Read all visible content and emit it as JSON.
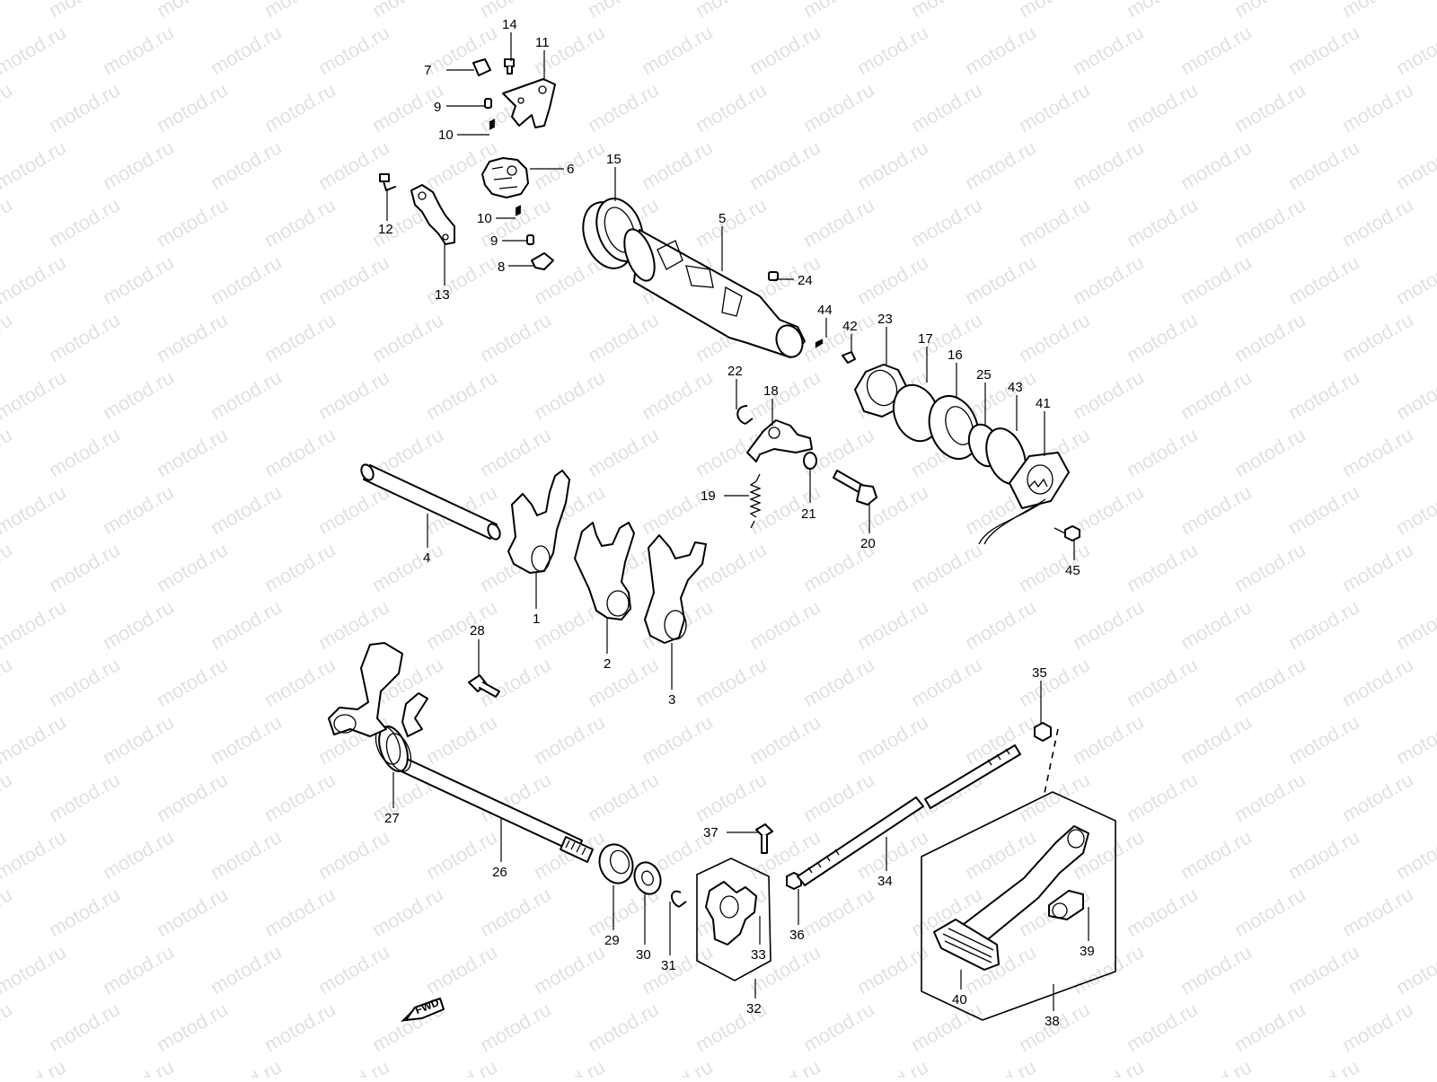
{
  "watermark": "motod.ru",
  "fwd_label": "FWD",
  "callouts": {
    "c1": "1",
    "c2": "2",
    "c3": "3",
    "c4": "4",
    "c5": "5",
    "c6": "6",
    "c7": "7",
    "c8": "8",
    "c9a": "9",
    "c9b": "9",
    "c10a": "10",
    "c10b": "10",
    "c11": "11",
    "c12": "12",
    "c13": "13",
    "c14": "14",
    "c15": "15",
    "c16": "16",
    "c17": "17",
    "c18": "18",
    "c19": "19",
    "c20": "20",
    "c21": "21",
    "c22": "22",
    "c23": "23",
    "c24": "24",
    "c25": "25",
    "c26": "26",
    "c27": "27",
    "c28": "28",
    "c29": "29",
    "c30": "30",
    "c31": "31",
    "c32": "32",
    "c33": "33",
    "c34": "34",
    "c35": "35",
    "c36": "36",
    "c37": "37",
    "c38": "38",
    "c39": "39",
    "c40": "40",
    "c41": "41",
    "c42": "42",
    "c43": "43",
    "c44": "44",
    "c45": "45"
  }
}
